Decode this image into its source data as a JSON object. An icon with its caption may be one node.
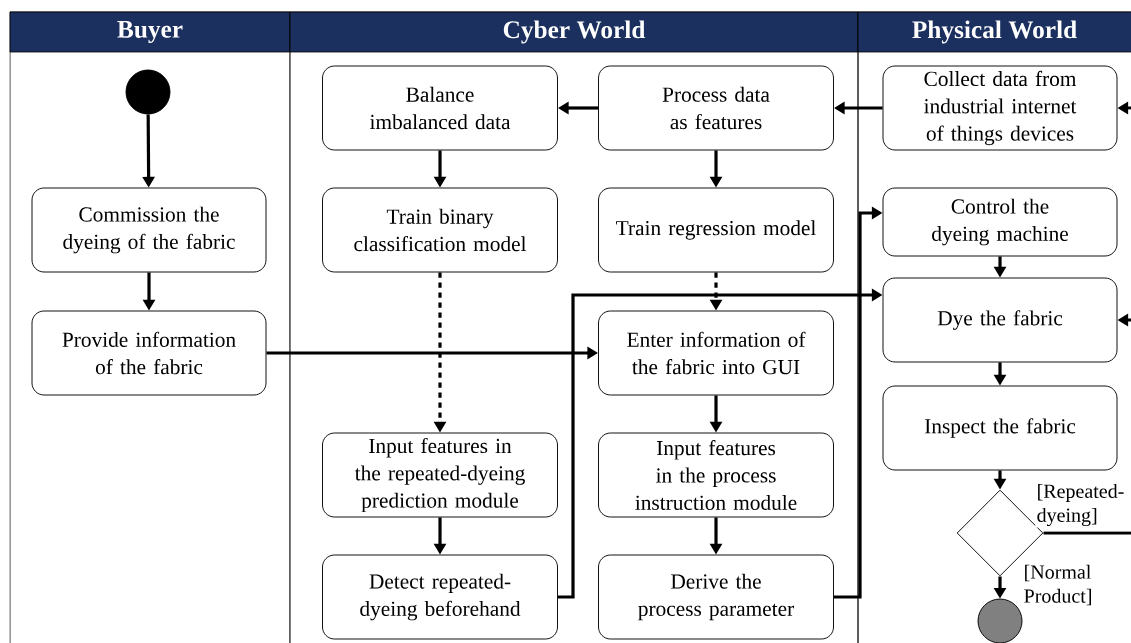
{
  "diagram": {
    "nodes": [
      {
        "text": [
          "Buyer"
        ]
      },
      {
        "text": [
          "Cyber World"
        ]
      },
      {
        "text": [
          "Physical World"
        ]
      },
      {
        "text": [],
        "shape": "circle",
        "in": 0
      },
      {
        "text": [
          "Commission the dyeing of the fabric"
        ],
        "in": 0
      },
      {
        "text": [
          "Provide information of the fabric"
        ],
        "in": 0
      },
      {
        "text": [
          "Balance imbalanced data"
        ],
        "in": 1
      },
      {
        "text": [
          "Process data as features"
        ],
        "in": 1
      },
      {
        "text": [
          "Train binary classification model"
        ],
        "in": 1
      },
      {
        "text": [
          "Train regression model"
        ],
        "in": 1
      },
      {
        "text": [
          "Enter information of the fabric into GUI"
        ],
        "in": 1
      },
      {
        "text": [
          "Input features in the repeated-dyeing prediction module"
        ],
        "in": 1
      },
      {
        "text": [
          "Input features in the process instruction module"
        ],
        "in": 1
      },
      {
        "text": [
          "Detect repeated-dyeing beforehand"
        ],
        "in": 1
      },
      {
        "text": [
          "Derive the process parameter"
        ],
        "in": 1
      },
      {
        "text": [
          "Collect data from industrial internet of things devices"
        ],
        "in": 2
      },
      {
        "text": [
          "Control the dyeing machine"
        ],
        "in": 2
      },
      {
        "text": [
          "Dye the fabric"
        ],
        "in": 2
      },
      {
        "text": [
          "Inspect the fabric"
        ],
        "in": 2
      },
      {
        "text": [],
        "shape": "diamond",
        "in": 2
      },
      {
        "text": [],
        "shape": "circle",
        "in": 2
      }
    ],
    "edges": [
      {
        "from": 3,
        "to": 4,
        "arrow": "to"
      },
      {
        "from": 4,
        "to": 5,
        "arrow": "to"
      },
      {
        "from": 5,
        "to": 10,
        "arrow": "to"
      },
      {
        "from": null,
        "to": 15,
        "arrow": "to"
      },
      {
        "from": 15,
        "to": 7,
        "arrow": "to"
      },
      {
        "from": 7,
        "to": 6,
        "arrow": "to"
      },
      {
        "from": 6,
        "to": 8,
        "arrow": "to"
      },
      {
        "from": 7,
        "to": 9,
        "arrow": "to"
      },
      {
        "from": 8,
        "to": 11,
        "arrow": "to",
        "style": "dashed"
      },
      {
        "from": 9,
        "to": 10,
        "arrow": "to",
        "style": "dashed"
      },
      {
        "from": 10,
        "to": 12,
        "arrow": "to"
      },
      {
        "from": 11,
        "to": 13,
        "arrow": "to"
      },
      {
        "from": 12,
        "to": 14,
        "arrow": "to"
      },
      {
        "from": 13,
        "to": 17,
        "arrow": "to"
      },
      {
        "from": 14,
        "to": 16,
        "arrow": "to"
      },
      {
        "from": null,
        "to": 17,
        "arrow": "to"
      },
      {
        "from": 16,
        "to": 17,
        "arrow": "to"
      },
      {
        "from": 17,
        "to": 18,
        "arrow": "to"
      },
      {
        "from": 18,
        "to": 19,
        "arrow": "to"
      },
      {
        "from": 19,
        "to": 20,
        "arrow": "to",
        "label": "[Normal Product]"
      },
      {
        "from": 19,
        "to": null,
        "arrow": "none",
        "label": "[Repeated-dyeing]"
      }
    ]
  }
}
